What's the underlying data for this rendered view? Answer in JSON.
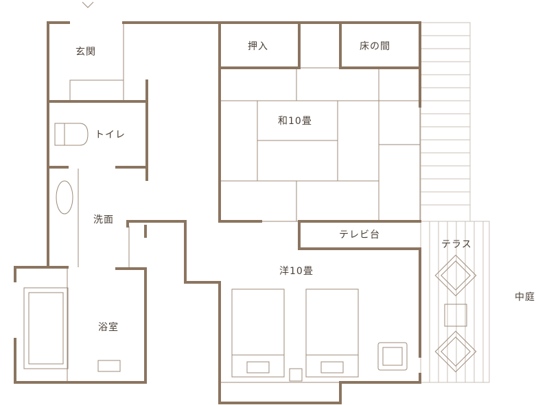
{
  "floorplan": {
    "rooms": {
      "genkan": "玄関",
      "toilet": "トイレ",
      "senmen": "洗面",
      "yokushitsu": "浴室",
      "oshiire": "押入",
      "tokonoma": "床の間",
      "washitsu": "和10畳",
      "tv_stand": "テレビ台",
      "youshitsu": "洋10畳",
      "terrace": "テラス",
      "courtyard": "中庭"
    },
    "colors": {
      "wall": "#8b7560",
      "line": "#9c8a78",
      "deck": "#c9bfb4",
      "text": "#4a3f36"
    }
  }
}
